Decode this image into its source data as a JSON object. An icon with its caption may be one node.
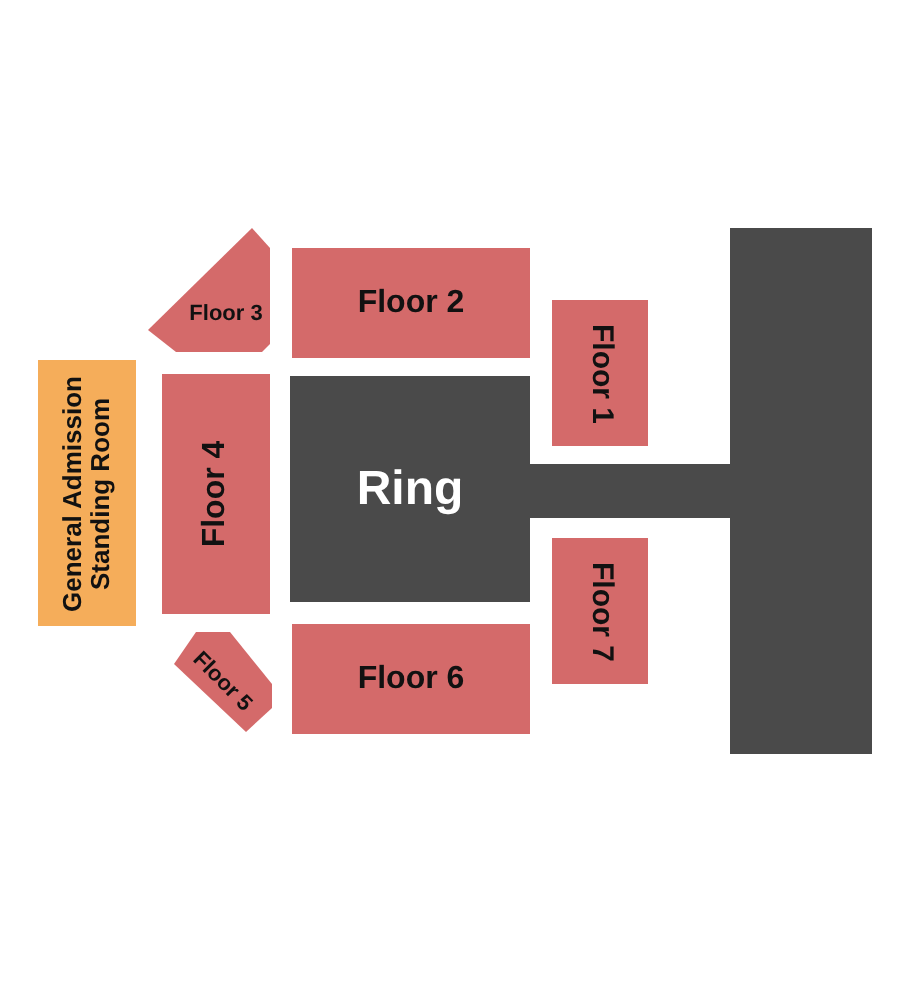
{
  "diagram": {
    "nodes": [
      {
        "text": [
          "Floor 3"
        ]
      },
      {
        "text": [
          "Floor 2"
        ]
      },
      {
        "text": [
          "Floor 1"
        ]
      },
      {
        "text": [
          "General Admission Standing Room"
        ]
      },
      {
        "text": [
          "Floor 4"
        ]
      },
      {
        "text": [
          "Ring"
        ]
      },
      {
        "text": [],
        "shape": "box"
      },
      {
        "text": [
          "Floor 7"
        ]
      },
      {
        "text": [
          "Floor 5"
        ]
      },
      {
        "text": [
          "Floor 6"
        ]
      },
      {
        "text": [],
        "shape": "box"
      }
    ]
  }
}
